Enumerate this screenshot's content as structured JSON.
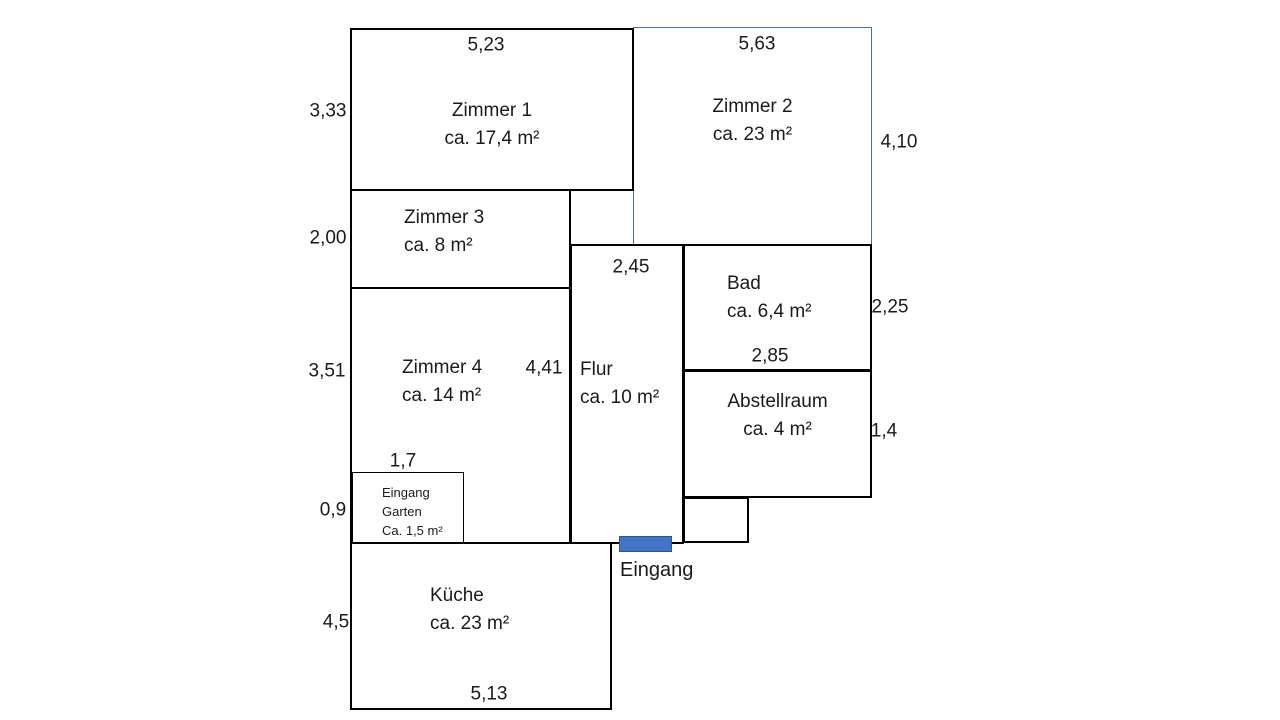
{
  "rooms": [
    {
      "name": "Zimmer 1",
      "area": "ca. 17,4 m²"
    },
    {
      "name": "Zimmer 2",
      "area": "ca. 23 m²"
    },
    {
      "name": "Zimmer 3",
      "area": "ca. 8 m²"
    },
    {
      "name": "Zimmer 4",
      "area": "ca. 14 m²"
    },
    {
      "name": "Flur",
      "area": "ca. 10 m²"
    },
    {
      "name": "Bad",
      "area": "ca. 6,4 m²"
    },
    {
      "name": "Abstellraum",
      "area": "ca. 4 m²"
    },
    {
      "name": "Küche",
      "area": "ca. 23 m²"
    }
  ],
  "garden_room": {
    "lines": [
      "Eingang",
      "Garten",
      "Ca. 1,5 m²"
    ]
  },
  "entrance": {
    "label": "Eingang"
  },
  "dims": {
    "zimmer1_width": "5,23",
    "zimmer2_width": "5,63",
    "zimmer1_height": "3,33",
    "zimmer3_height": "2,00",
    "zimmer4_height": "3,51",
    "garden_height": "0,9",
    "kueche_height": "4,5",
    "zimmer2_height": "4,10",
    "bad_height": "2,25",
    "abstellraum_height": "1,4",
    "garden_width": "1,7",
    "flur_width": "2,45",
    "bad_width": "2,85",
    "zimmer4_inner": "4,41",
    "kueche_width": "5,13"
  },
  "colors": {
    "background": "#ffffff",
    "text": "#1a1a1a",
    "wall": "#000000",
    "zimmer2_outline": "#41719C",
    "door_fill": "#4472C4",
    "door_border": "#2F5496"
  }
}
